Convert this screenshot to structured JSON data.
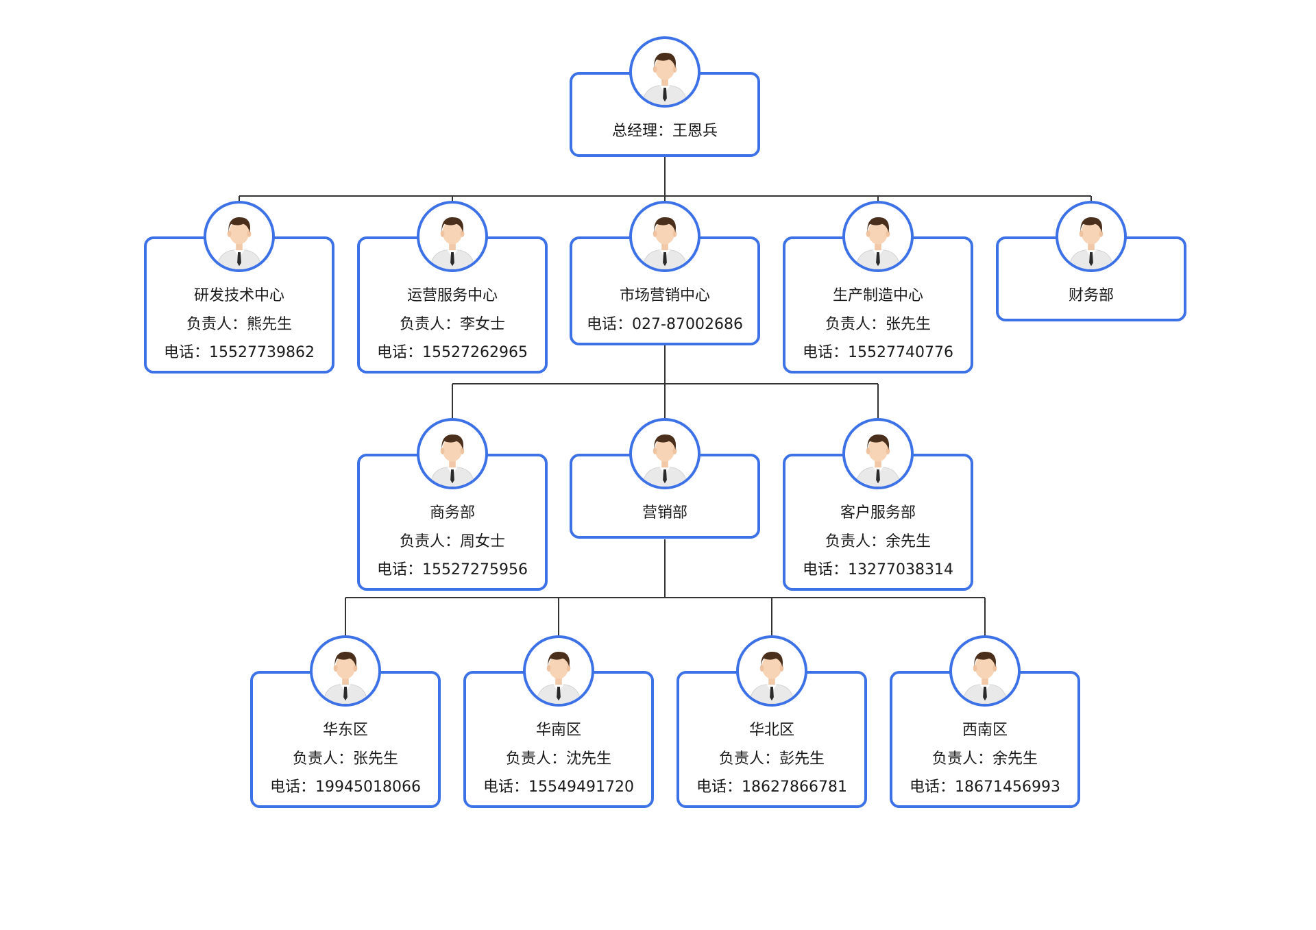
{
  "colors": {
    "border": "#3d72e6",
    "connector": "#333333",
    "text": "#1a1a1a"
  },
  "nodes": {
    "gm": {
      "title": "总经理：王恩兵",
      "icon": "person-avatar-icon"
    },
    "rd": {
      "title": "研发技术中心",
      "manager": "负责人：熊先生",
      "phone": "电话：15527739862"
    },
    "ops": {
      "title": "运营服务中心",
      "manager": "负责人：李女士",
      "phone": "电话：15527262965"
    },
    "mkt": {
      "title": "市场营销中心",
      "phone": "电话：027-87002686"
    },
    "prod": {
      "title": "生产制造中心",
      "manager": "负责人：张先生",
      "phone": "电话：15527740776"
    },
    "fin": {
      "title": "财务部"
    },
    "biz": {
      "title": "商务部",
      "manager": "负责人：周女士",
      "phone": "电话：15527275956"
    },
    "sales": {
      "title": "营销部"
    },
    "cs": {
      "title": "客户服务部",
      "manager": "负责人：余先生",
      "phone": "电话：13277038314"
    },
    "east": {
      "title": "华东区",
      "manager": "负责人：张先生",
      "phone": "电话：19945018066"
    },
    "south": {
      "title": "华南区",
      "manager": "负责人：沈先生",
      "phone": "电话：15549491720"
    },
    "north": {
      "title": "华北区",
      "manager": "负责人：彭先生",
      "phone": "电话：18627866781"
    },
    "west": {
      "title": "西南区",
      "manager": "负责人：余先生",
      "phone": "电话：18671456993"
    }
  }
}
